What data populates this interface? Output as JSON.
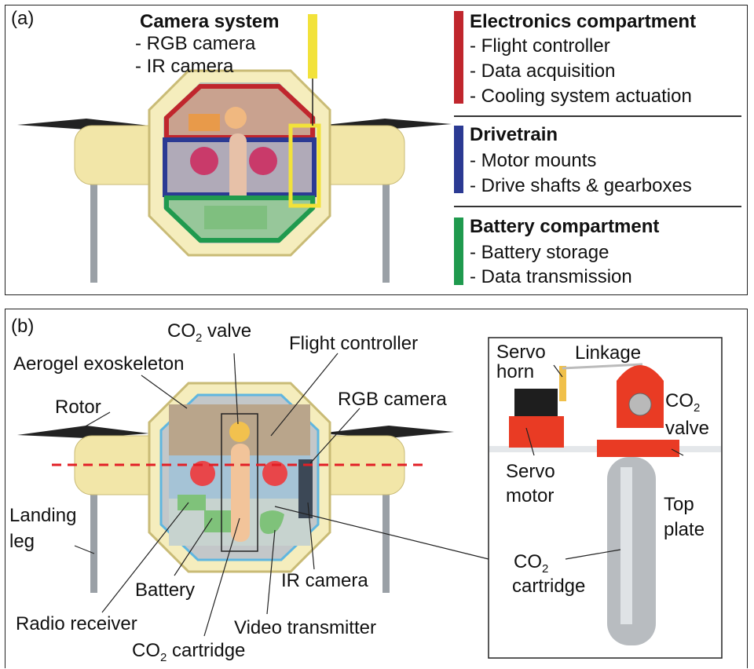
{
  "panel_a": {
    "label": "(a)",
    "camera_system": {
      "title": "Camera system",
      "items": [
        "- RGB camera",
        "- IR camera"
      ],
      "color": "#f2e23a"
    },
    "legend": [
      {
        "title": "Electronics compartment",
        "color": "#c0262d",
        "items": [
          "- Flight controller",
          "- Data acquisition",
          "- Cooling system actuation"
        ]
      },
      {
        "title": "Drivetrain",
        "color": "#2b3a93",
        "items": [
          "- Motor mounts",
          "- Drive shafts & gearboxes"
        ]
      },
      {
        "title": "Battery compartment",
        "color": "#1f9a4e",
        "items": [
          "- Battery storage",
          "- Data transmission"
        ]
      }
    ]
  },
  "panel_b": {
    "label": "(b)",
    "labels": {
      "co2_valve_main": "CO",
      "co2_valve_main_sub": "2",
      "co2_valve_main_rest": " valve",
      "flight_controller": "Flight controller",
      "aerogel": "Aerogel exoskeleton",
      "rotor": "Rotor",
      "rgb_camera": "RGB camera",
      "landing_leg_1": "Landing",
      "landing_leg_2": "leg",
      "battery": "Battery",
      "ir_camera": "IR camera",
      "radio_receiver": "Radio receiver",
      "video_transmitter": "Video transmitter",
      "co2_cartridge_main": "CO",
      "co2_cartridge_main_sub": "2",
      "co2_cartridge_main_rest": " cartridge"
    },
    "inset": {
      "servo_horn_1": "Servo",
      "servo_horn_2": "horn",
      "linkage": "Linkage",
      "co2_valve_1": "CO",
      "co2_valve_1_sub": "2",
      "co2_valve_2": "valve",
      "servo_motor_1": "Servo",
      "servo_motor_2": "motor",
      "top_plate_1": "Top",
      "top_plate_2": "plate",
      "co2_cart_1": "CO",
      "co2_cart_1_sub": "2",
      "co2_cart_2": "cartridge"
    }
  }
}
